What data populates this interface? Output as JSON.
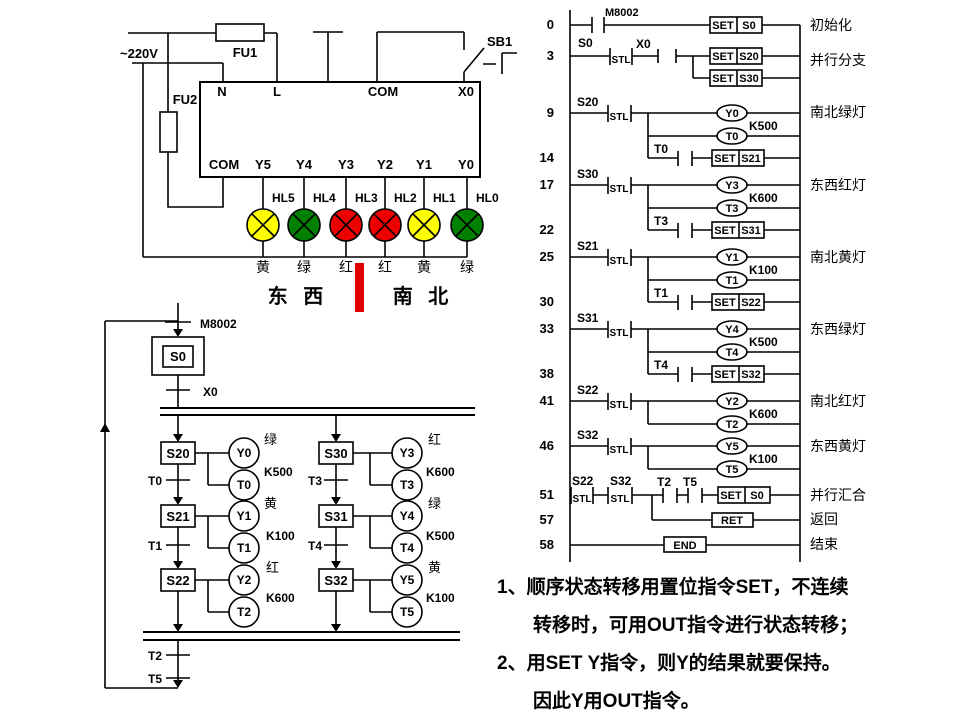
{
  "colors": {
    "lamp_red": "#ee0000",
    "lamp_yellow": "#ffff00",
    "lamp_green": "#008000",
    "divider_red": "#e00000",
    "direction_red": "#cc0000",
    "note_red": "#c00000"
  },
  "wiring": {
    "voltage": "~220V",
    "fu1": "FU1",
    "fu2": "FU2",
    "sb1": "SB1",
    "plc_top": {
      "n": "N",
      "l": "L",
      "com": "COM",
      "x0": "X0"
    },
    "plc_bottom": {
      "com": "COM",
      "y5": "Y5",
      "y4": "Y4",
      "y3": "Y3",
      "y2": "Y2",
      "y1": "Y1",
      "y0": "Y0"
    },
    "lamps": [
      {
        "id": "HL5",
        "label": "黄",
        "color": "#ffff00"
      },
      {
        "id": "HL4",
        "label": "绿",
        "color": "#008000"
      },
      {
        "id": "HL3",
        "label": "红",
        "color": "#ee0000"
      },
      {
        "id": "HL2",
        "label": "红",
        "color": "#ee0000"
      },
      {
        "id": "HL1",
        "label": "黄",
        "color": "#ffff00"
      },
      {
        "id": "HL0",
        "label": "绿",
        "color": "#008000"
      }
    ],
    "direction_left": "东 西",
    "direction_right": "南 北"
  },
  "sfc": {
    "start_contact": "M8002",
    "initial_step": "S0",
    "start_transition": "X0",
    "left": [
      {
        "name": "S20",
        "out": "Y0",
        "color": "绿",
        "k": "K500",
        "timer": "T0",
        "trans": "T0"
      },
      {
        "name": "S21",
        "out": "Y1",
        "color": "黄",
        "k": "K100",
        "timer": "T1",
        "trans": "T1"
      },
      {
        "name": "S22",
        "out": "Y2",
        "color": "红",
        "k": "K600",
        "timer": "T2"
      }
    ],
    "right": [
      {
        "name": "S30",
        "out": "Y3",
        "color": "红",
        "k": "K600",
        "timer": "T3",
        "trans": "T3"
      },
      {
        "name": "S31",
        "out": "Y4",
        "color": "绿",
        "k": "K500",
        "timer": "T4",
        "trans": "T4"
      },
      {
        "name": "S32",
        "out": "Y5",
        "color": "黄",
        "k": "K100",
        "timer": "T5"
      }
    ],
    "merge": [
      "T2",
      "T5"
    ]
  },
  "ladder": {
    "stl": "STL",
    "set": "SET",
    "steps": [
      "0",
      "3",
      "9",
      "14",
      "17",
      "22",
      "25",
      "30",
      "33",
      "38",
      "41",
      "46",
      "51",
      "57",
      "58"
    ],
    "rows": {
      "r0": {
        "contact": "M8002",
        "set_target": "S0",
        "note": "初始化"
      },
      "r3": {
        "stl": "S0",
        "contact": "X0",
        "set1": "S20",
        "set2": "S30",
        "note": "并行分支"
      },
      "r9": {
        "stl": "S20",
        "coil": "Y0",
        "k": "K500",
        "timer": "T0",
        "tcontact": "T0",
        "set_target": "S21",
        "note": "南北绿灯"
      },
      "r17": {
        "stl": "S30",
        "coil": "Y3",
        "k": "K600",
        "timer": "T3",
        "tcontact": "T3",
        "set_target": "S31",
        "note": "东西红灯"
      },
      "r25": {
        "stl": "S21",
        "coil": "Y1",
        "k": "K100",
        "timer": "T1",
        "tcontact": "T1",
        "set_target": "S22",
        "note": "南北黄灯"
      },
      "r33": {
        "stl": "S31",
        "coil": "Y4",
        "k": "K500",
        "timer": "T4",
        "tcontact": "T4",
        "set_target": "S32",
        "note": "东西绿灯"
      },
      "r41": {
        "stl": "S22",
        "coil": "Y2",
        "k": "K600",
        "timer": "T2",
        "note": "南北红灯"
      },
      "r46": {
        "stl": "S32",
        "coil": "Y5",
        "k": "K100",
        "timer": "T5",
        "note": "东西黄灯"
      },
      "r51": {
        "stl1": "S22",
        "stl2": "S32",
        "c1": "T2",
        "c2": "T5",
        "set_target": "S0",
        "note": "并行汇合"
      },
      "r57": {
        "op": "RET",
        "note": "返回"
      },
      "r58": {
        "op": "END",
        "note": "结束"
      }
    }
  },
  "notes": [
    "1、顺序状态转移用置位指令SET，不连续",
    "转移时，可用OUT指令进行状态转移；",
    "2、用SET Y指令，则Y的结果就要保持。",
    "因此Y用OUT指令。"
  ]
}
